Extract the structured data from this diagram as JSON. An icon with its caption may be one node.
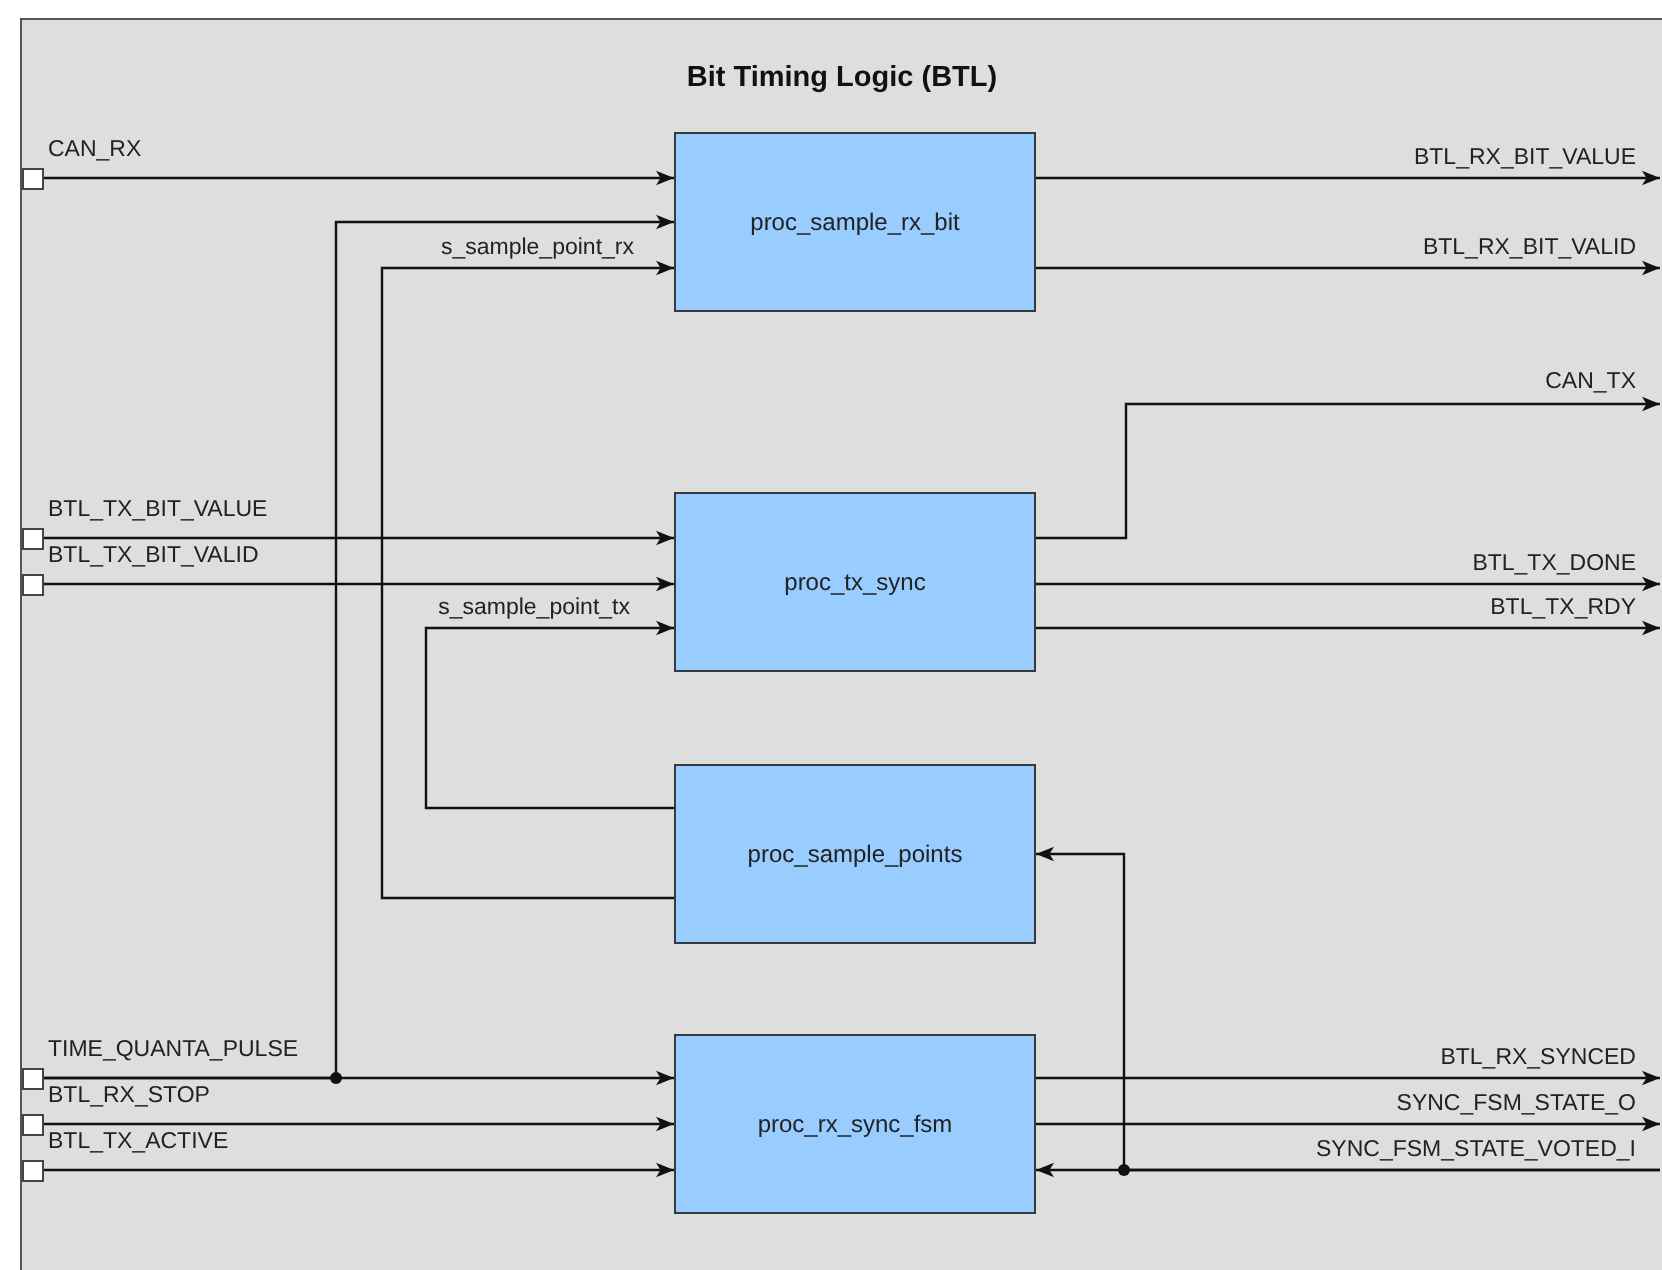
{
  "diagram": {
    "nodes": [
      {
        "text": [
          "Bit Timing Logic (BTL)"
        ]
      },
      {
        "text": [
          "CAN_RX"
        ],
        "in": 0
      },
      {
        "text": [
          "BTL_TX_BIT_VALUE"
        ],
        "in": 0
      },
      {
        "text": [
          "BTL_TX_BIT_VALID"
        ],
        "in": 0
      },
      {
        "text": [
          "TIME_QUANTA_PULSE"
        ],
        "in": 0
      },
      {
        "text": [
          "BTL_RX_STOP"
        ],
        "in": 0
      },
      {
        "text": [
          "BTL_TX_ACTIVE"
        ],
        "in": 0
      },
      {
        "text": [
          "proc_sample_rx_bit"
        ],
        "in": 0
      },
      {
        "text": [
          "proc_tx_sync"
        ],
        "in": 0
      },
      {
        "text": [
          "proc_sample_points"
        ],
        "in": 0
      },
      {
        "text": [
          "proc_rx_sync_fsm"
        ],
        "in": 0
      }
    ],
    "edges": [
      {
        "from": 1,
        "to": 7,
        "arrow": "to"
      },
      {
        "from": 4,
        "to": 7,
        "arrow": "to"
      },
      {
        "from": 9,
        "to": 7,
        "arrow": "to",
        "label": "s_sample_point_rx"
      },
      {
        "from": 2,
        "to": 8,
        "arrow": "to"
      },
      {
        "from": 3,
        "to": 8,
        "arrow": "to"
      },
      {
        "from": 9,
        "to": 8,
        "arrow": "to",
        "label": "s_sample_point_tx"
      },
      {
        "from": 4,
        "to": 10,
        "arrow": "to"
      },
      {
        "from": 5,
        "to": 10,
        "arrow": "to"
      },
      {
        "from": 6,
        "to": 10,
        "arrow": "to"
      },
      {
        "from": 7,
        "to": null,
        "arrow": "to",
        "label": "BTL_RX_BIT_VALUE"
      },
      {
        "from": 7,
        "to": null,
        "arrow": "to",
        "label": "BTL_RX_BIT_VALID"
      },
      {
        "from": 8,
        "to": null,
        "arrow": "to",
        "label": "CAN_TX"
      },
      {
        "from": 8,
        "to": null,
        "arrow": "to",
        "label": "BTL_TX_DONE"
      },
      {
        "from": 8,
        "to": null,
        "arrow": "to",
        "label": "BTL_TX_RDY"
      },
      {
        "from": 10,
        "to": null,
        "arrow": "to",
        "label": "BTL_RX_SYNCED"
      },
      {
        "from": 10,
        "to": null,
        "arrow": "to",
        "label": "SYNC_FSM_STATE_O"
      },
      {
        "from": null,
        "to": 10,
        "arrow": "to",
        "label": "SYNC_FSM_STATE_VOTED_I"
      },
      {
        "from": null,
        "to": 9,
        "arrow": "to"
      }
    ]
  }
}
